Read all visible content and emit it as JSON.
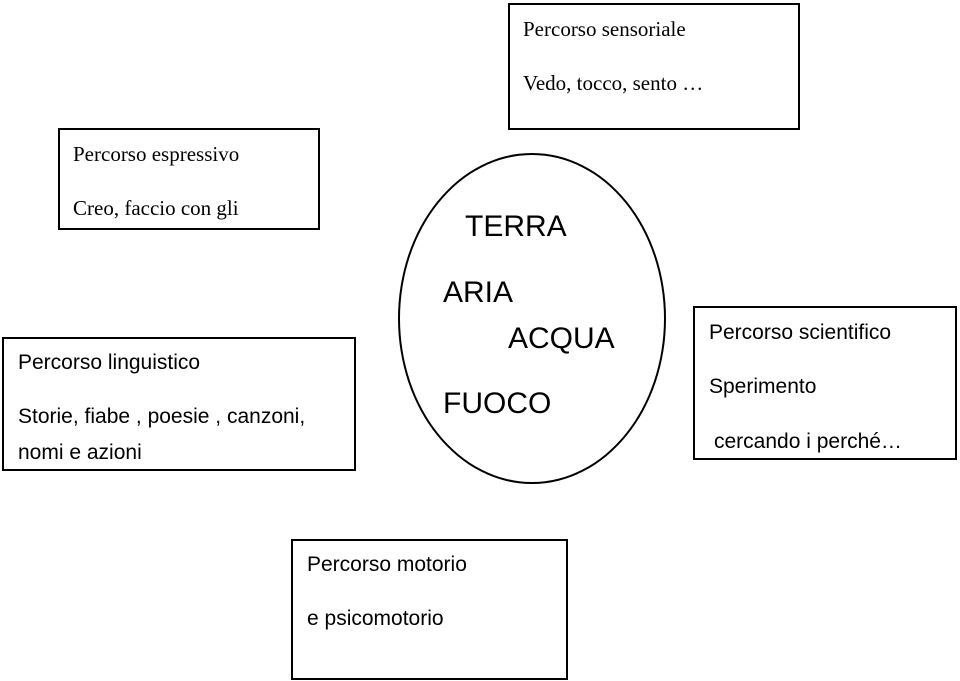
{
  "boxes": {
    "sensoriale": {
      "title": "Percorso sensoriale",
      "lines": [
        "Vedo, tocco, sento …"
      ]
    },
    "espressivo": {
      "title": "Percorso espressivo",
      "lines": [
        "Creo, faccio con gli"
      ]
    },
    "linguistico": {
      "title": "Percorso linguistico",
      "lines": [
        "Storie, fiabe , poesie , canzoni,",
        "nomi e azioni"
      ]
    },
    "scientifico": {
      "title": "Percorso scientifico",
      "lines": [
        "Sperimento",
        "cercando i perché…"
      ]
    },
    "motorio": {
      "title": "Percorso motorio",
      "lines": [
        "e psicomotorio"
      ]
    }
  },
  "center": {
    "elements": [
      "TERRA",
      "ARIA",
      "ACQUA",
      "FUOCO"
    ]
  }
}
